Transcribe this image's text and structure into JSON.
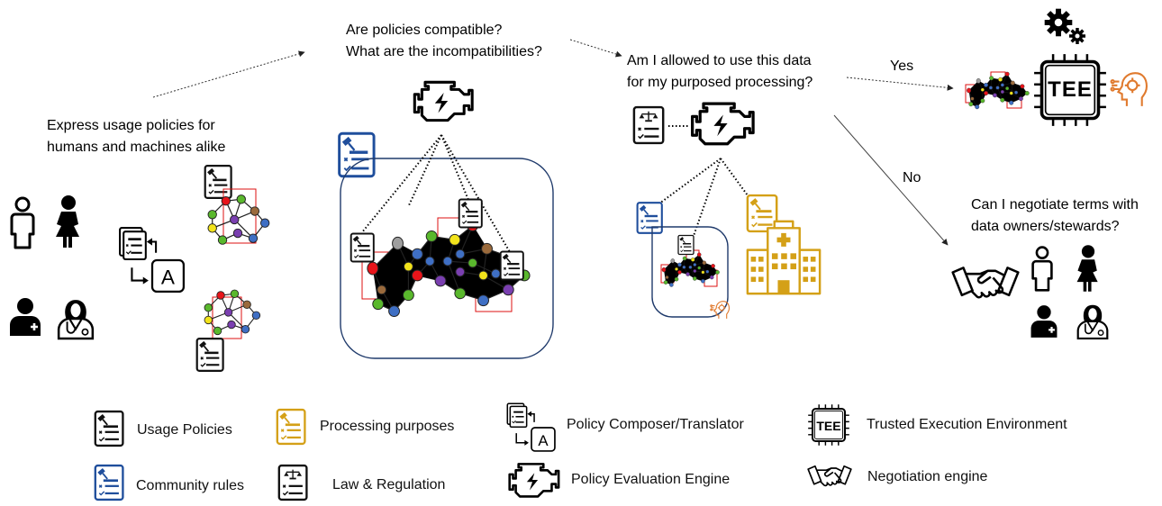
{
  "texts": {
    "express_line1": "Express usage policies for",
    "express_line2": "humans and machines alike",
    "compat_line1": "Are policies compatible?",
    "compat_line2": "What are the incompatibilities?",
    "allowed_line1": "Am I allowed to use this data",
    "allowed_line2": "for my purposed processing?",
    "yes": "Yes",
    "no": "No",
    "negotiate_line1": "Can I negotiate terms with",
    "negotiate_line2": "data owners/stewards?",
    "tee": "TEE",
    "translator_letter": "A"
  },
  "legend": {
    "usage_policies": "Usage Policies",
    "processing_purposes": "Processing purposes",
    "policy_composer": "Policy Composer/Translator",
    "tee": "Trusted Execution Environment",
    "community_rules": "Community rules",
    "law_regulation": "Law & Regulation",
    "policy_engine": "Policy Evaluation Engine",
    "negotiation_engine": "Negotiation engine"
  },
  "colors": {
    "usage_policy": "#111111",
    "community_rules": "#1f4e9c",
    "processing_purposes": "#d4a017",
    "trusted_container": "#1f3a6b",
    "ai_head": "#e07a2e",
    "graph_red": "#e8141a",
    "graph_green": "#5ab82d",
    "graph_blue": "#3f6fc4",
    "graph_yellow": "#f2e31b",
    "graph_purple": "#7a3fb0",
    "graph_brown": "#9a6a3c",
    "graph_gray": "#9e9e9e"
  }
}
